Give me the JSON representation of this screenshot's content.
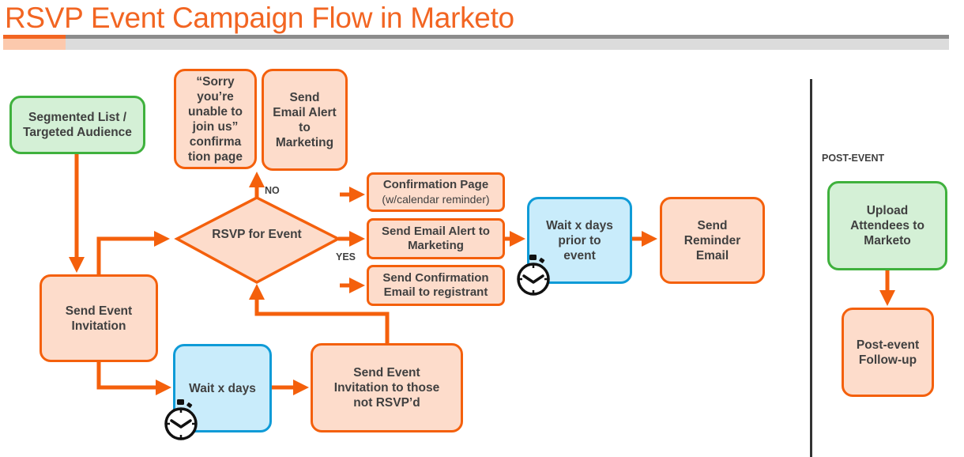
{
  "title": "RSVP Event Campaign Flow in Marketo",
  "colors": {
    "accent": "#f26522",
    "process_fill": "#fddccb",
    "process_border": "#f4600c",
    "start_fill": "#d4f0d6",
    "start_border": "#3fb13d",
    "wait_fill": "#c9ecfb",
    "wait_border": "#0f9bd7",
    "text": "#404040"
  },
  "nodes": {
    "segmented_list": "Segmented List / Targeted Audience",
    "send_invitation": "Send Event Invitation",
    "rsvp_decision": "RSVP for Event",
    "sorry_page": "“Sorry you’re unable to join us” confirma tion page",
    "email_alert_no": "Send Email Alert to Marketing",
    "confirmation_page": "Confirmation Page",
    "confirmation_page_sub": "(w/calendar reminder)",
    "email_alert_yes": "Send Email Alert to Marketing",
    "confirmation_email": "Send Confirmation Email to registrant",
    "wait_prior": "Wait x days prior to event",
    "send_reminder": "Send Reminder Email",
    "wait_days": "Wait x days",
    "reinvite": "Send Event Invitation to those not RSVP’d",
    "upload_attendees": "Upload Attendees to Marketo",
    "post_event_followup": "Post-event Follow-up"
  },
  "labels": {
    "no": "NO",
    "yes": "YES",
    "post_event_section": "POST-EVENT"
  },
  "icons": {
    "timer": "stopwatch-icon"
  }
}
